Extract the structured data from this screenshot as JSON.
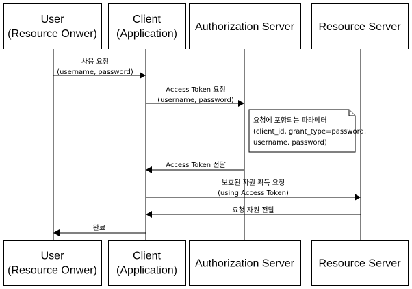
{
  "participants": [
    {
      "line1": "User",
      "line2": "(Resource Onwer)"
    },
    {
      "line1": "Client",
      "line2": "(Application)"
    },
    {
      "line1": "Authorization Server",
      "line2": ""
    },
    {
      "line1": "Resource Server",
      "line2": ""
    }
  ],
  "messages": [
    {
      "from": 0,
      "to": 1,
      "lines": [
        "사용 요청",
        "(username, password)"
      ]
    },
    {
      "from": 1,
      "to": 2,
      "lines": [
        "Access Token 요청",
        "(username, password)"
      ]
    },
    {
      "from": 2,
      "to": 1,
      "lines": [
        "Access Token 전달"
      ]
    },
    {
      "from": 1,
      "to": 3,
      "lines": [
        "보호된 자원 획득 요청",
        "(using Access Token)"
      ]
    },
    {
      "from": 3,
      "to": 1,
      "lines": [
        "요청 자원 전달"
      ]
    },
    {
      "from": 1,
      "to": 0,
      "lines": [
        "완료"
      ]
    }
  ],
  "note": {
    "attached_to": 2,
    "lines": [
      "요청에 포함되는 파라메터",
      "(client_id, grant_type=password,",
      "username, password)"
    ]
  }
}
